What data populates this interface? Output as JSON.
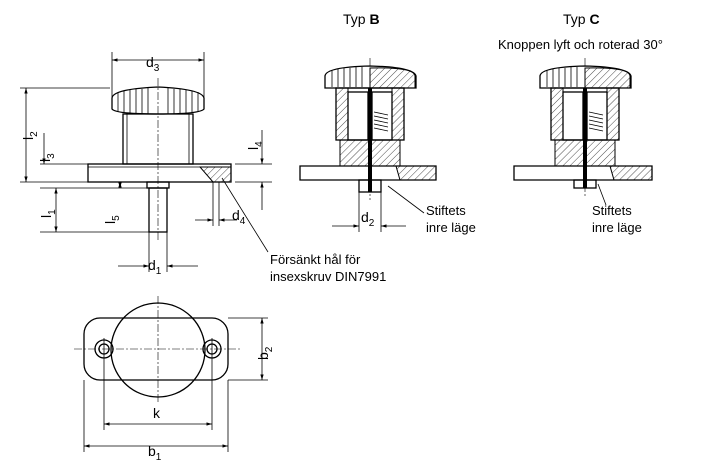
{
  "dimensions": {
    "d1": {
      "main": "d",
      "sub": "1"
    },
    "d2": {
      "main": "d",
      "sub": "2"
    },
    "d3": {
      "main": "d",
      "sub": "3"
    },
    "d4": {
      "main": "d",
      "sub": "4"
    },
    "l1": {
      "main": "l",
      "sub": "1"
    },
    "l2": {
      "main": "l",
      "sub": "2"
    },
    "l3": {
      "main": "l",
      "sub": "3"
    },
    "l4": {
      "main": "l",
      "sub": "4"
    },
    "l5": {
      "main": "l",
      "sub": "5"
    },
    "b1": {
      "main": "b",
      "sub": "1"
    },
    "b2": {
      "main": "b",
      "sub": "2"
    },
    "k": "k"
  },
  "type_b": {
    "prefix": "Typ",
    "letter": "B"
  },
  "type_c": {
    "prefix": "Typ",
    "letter": "C",
    "note": "Knoppen lyft och roterad 30°"
  },
  "annotations": {
    "pin_inner_b": [
      "Stiftets",
      "inre läge"
    ],
    "pin_inner_c": [
      "Stiftets",
      "inre läge"
    ],
    "countersunk": [
      "Försänkt hål för",
      "insexskruv DIN7991"
    ]
  }
}
